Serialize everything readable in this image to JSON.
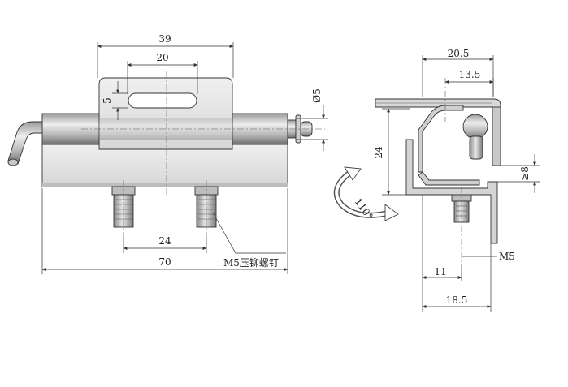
{
  "front_view": {
    "dim_width_plate": "39",
    "dim_slot_length": "20",
    "dim_slot_height": "5",
    "dim_pin_diameter": "Ø5",
    "dim_screw_spacing": "24",
    "dim_overall_length": "70",
    "callout_screw": "M5压铆螺钉"
  },
  "side_view": {
    "dim_top_width": "20.5",
    "dim_inner_width": "13.5",
    "dim_height": "24",
    "dim_gap": "≥8",
    "dim_screw_offset": "11",
    "dim_bottom_width": "18.5",
    "label_thread": "M5",
    "label_rotation": "110°"
  },
  "colors": {
    "line": "#333333",
    "metal_light": "#e6e6e6",
    "metal_mid": "#c8c8c8",
    "metal_dark": "#8c8c8c"
  }
}
